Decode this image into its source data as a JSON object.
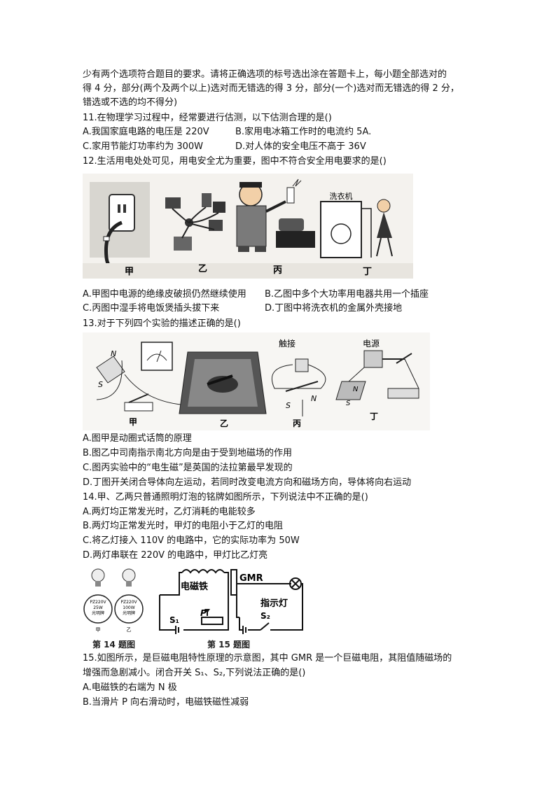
{
  "intro": [
    "少有两个选项符合题目的要求。请将正确选项的标号选出涂在答题卡上，每小题全部选对的",
    "得 4 分，部分(两个及两个以上)选对而无错选的得 3 分，部分(一个)选对而无错选的得 2 分，",
    "错选或不选的均不得分)"
  ],
  "q11": {
    "stem": "11.在物理学习过程中，经常要进行估测，以下估测合理的是()",
    "A": "A.我国家庭电路的电压是  220V",
    "B": "B.家用电冰箱工作时的电流约 5A.",
    "C": "C.家用节能灯功率约为 300W",
    "D": "D.对人体的安全电压不高于 36V"
  },
  "q12": {
    "stem": "12.生活用电处处可见，用电安全尤为重要，图中不符合安全用电要求的是()",
    "fig_labels": [
      "甲",
      "乙",
      "丙",
      "丁"
    ],
    "washer_label": "洗衣机",
    "A": "A.甲图中电源的绝缘皮破损仍然继续使用",
    "B": "B.乙图中多个大功率用电器共用一个插座",
    "C": "C.丙图中湿手将电饭煲插头拔下来",
    "D": "D.丁图中将洗衣机的金属外壳接地"
  },
  "q13": {
    "stem": "13.对于下列四个实验的描述正确的是()",
    "fig_labels": [
      "甲",
      "乙",
      "丙",
      "丁"
    ],
    "touch_label": "触接",
    "power_label": "电源",
    "A": "A.图甲是动圈式话筒的原理",
    "B": "B.图乙中司南指示南北方向是由于受到地磁场的作用",
    "C": "C.图丙实验中的“电生磁”是英国的法拉第最早发现的",
    "D": "D.丁图开关闭合导体向左运动，若同时改变电流方向和磁场方向，导体将向右运动"
  },
  "q14": {
    "stem": "14.甲、乙两只普通照明灯泡的铭牌如图所示，下列说法中不正确的是()",
    "A": "A.两灯均正常发光时，乙灯消耗的电能较多",
    "B": "B.两灯均正常发光时，甲灯的电阻小于乙灯的电阻",
    "C": "C.将乙灯接入 110V 的电路中，它的实际功率为 50W",
    "D": "D.两灯串联在 220V 的电路中，甲灯比乙灯亮",
    "bulb_a": [
      "PZ220V",
      "25W",
      "光明牌"
    ],
    "bulb_b": [
      "PZ220V",
      "100W",
      "光明牌"
    ],
    "bulb_tags": [
      "甲",
      "乙"
    ]
  },
  "q15": {
    "electromagnet_label": "电磁铁",
    "gmr_label": "GMR",
    "lamp_label": "指示灯",
    "s1": "S₁",
    "s2": "S₂",
    "p_label": "P",
    "stem1": "15.如图所示，是巨磁电阻特性原理的示意图，其中 GMR 是一个巨磁电阻，其阻值随磁场的",
    "stem2": "增强而急剧减小。闭合开关 S₁、S₂,下列说法正确的是()",
    "A": "A.电磁铁的右端为 N 极",
    "B": "B.当滑片 P 向右滑动时，电磁铁磁性减弱"
  },
  "captions": {
    "fig14": "第 14 题图",
    "fig15": "第 15 题图"
  }
}
